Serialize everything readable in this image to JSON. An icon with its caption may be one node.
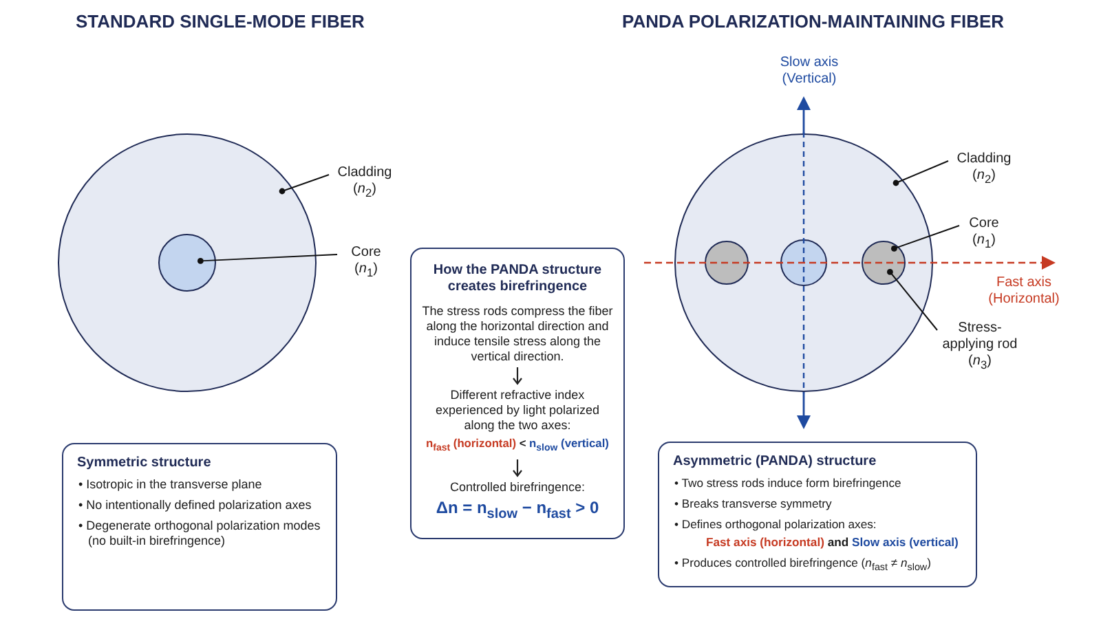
{
  "diagram": {
    "nodes": [
      {
        "text": [],
        "shape": "circle"
      },
      {
        "text": [],
        "shape": "circle",
        "in": 0
      },
      {
        "text": [
          "Cladding (*n*$_{2}$)"
        ]
      },
      {
        "text": [
          "Core (*n*$_{1}$)"
        ]
      },
      {
        "text": [
          "Symmetric structure",
          "• Isotropic in the transverse plane",
          "• No intentionally defined polarization axes",
          "• Degenerate orthogonal polarization modes (no built-in birefringence)"
        ]
      },
      {
        "text": [
          "How the PANDA structure creates birefringence",
          "The stress rods compress the fiber along the horizontal direction and induce tensile stress along the vertical direction.",
          "Different refractive index experienced by light polarized along the two axes:",
          "**n$_{fast}$ (horizontal)** < **n$_{slow}$ (vertical)**",
          "Controlled birefringence:",
          "Δn = n$_{slow}$ − n$_{fast}$ > 0"
        ]
      },
      {
        "text": [],
        "shape": "circle"
      },
      {
        "text": [],
        "shape": "circle",
        "in": 6
      },
      {
        "text": [],
        "shape": "circle",
        "in": 6
      },
      {
        "text": [],
        "shape": "circle",
        "in": 6
      },
      {
        "text": [
          "Cladding (*n*$_{2}$)"
        ]
      },
      {
        "text": [
          "Core (*n*$_{1}$)"
        ]
      },
      {
        "text": [
          "Stress-applying rod (*n*$_{3}$)"
        ]
      },
      {
        "text": [
          "Asymmetric (PANDA) structure",
          "• Two stress rods induce form birefringence",
          "• Breaks transverse symmetry",
          "• Defines orthogonal polarization axes:",
          "**Fast axis (horizontal)** and **Slow axis (vertical)**",
          "• Produces controlled birefringence (*n*$_{fast}$ ≠ *n*$_{slow}$)"
        ]
      }
    ],
    "edges": [
      {
        "from": 2,
        "to": 0,
        "arrow": "other"
      },
      {
        "from": 3,
        "to": 1,
        "arrow": "other"
      },
      {
        "from": 10,
        "to": 6,
        "arrow": "other"
      },
      {
        "from": 11,
        "to": 9,
        "arrow": "other"
      },
      {
        "from": 12,
        "to": 9,
        "arrow": "other"
      }
    ],
    "labels": [
      "STANDARD SINGLE-MODE FIBER",
      "PANDA POLARIZATION-MAINTAINING FIBER",
      "Slow axis (Vertical)",
      "Fast axis (Horizontal)"
    ]
  }
}
